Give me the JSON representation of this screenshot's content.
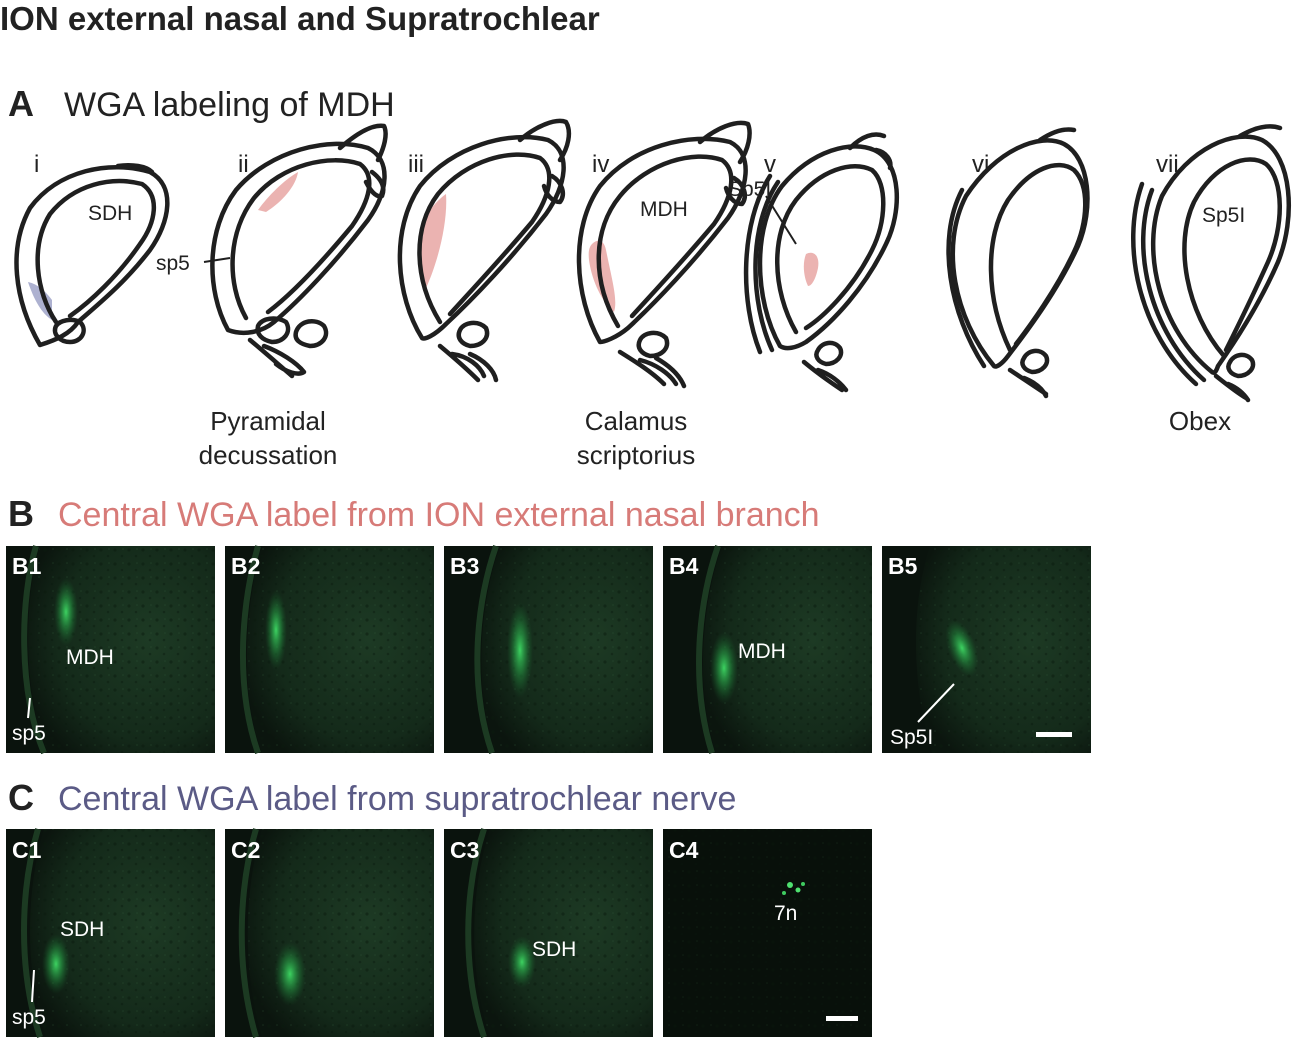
{
  "figure_title": "ION external nasal and Supratrochlear",
  "panel_a": {
    "letter": "A",
    "title": "WGA labeling of MDH",
    "sections": [
      {
        "numeral": "i"
      },
      {
        "numeral": "ii"
      },
      {
        "numeral": "iii"
      },
      {
        "numeral": "iv"
      },
      {
        "numeral": "v"
      },
      {
        "numeral": "vi"
      },
      {
        "numeral": "vii"
      }
    ],
    "region_labels": {
      "sdh": "SDH",
      "sp5": "sp5",
      "mdh": "MDH",
      "sp5i_v": "Sp5I",
      "sp5i_vii": "Sp5I"
    },
    "landmarks": {
      "pyramidal_line1": "Pyramidal",
      "pyramidal_line2": "decussation",
      "calamus_line1": "Calamus",
      "calamus_line2": "scriptorius",
      "obex": "Obex"
    }
  },
  "panel_b": {
    "letter": "B",
    "title": "Central WGA label from ION external nasal branch",
    "title_color": "#d77b78",
    "images": [
      {
        "label": "B1",
        "annotations": [
          "MDH",
          "sp5"
        ]
      },
      {
        "label": "B2"
      },
      {
        "label": "B3"
      },
      {
        "label": "B4",
        "annotations": [
          "MDH"
        ]
      },
      {
        "label": "B5",
        "annotations": [
          "Sp5I"
        ]
      }
    ]
  },
  "panel_c": {
    "letter": "C",
    "title": "Central WGA label from supratrochlear nerve",
    "title_color": "#5b5b86",
    "images": [
      {
        "label": "C1",
        "annotations": [
          "SDH",
          "sp5"
        ]
      },
      {
        "label": "C2"
      },
      {
        "label": "C3",
        "annotations": [
          "SDH"
        ]
      },
      {
        "label": "C4",
        "annotations": [
          "7n"
        ]
      }
    ]
  },
  "colors": {
    "ion_label": "#e8a6a3",
    "supratrochlear_label": "#9fa3c8",
    "outline": "#1f1f1f",
    "micro_bg": "#0a130d",
    "wga_signal": "#39c75c"
  }
}
